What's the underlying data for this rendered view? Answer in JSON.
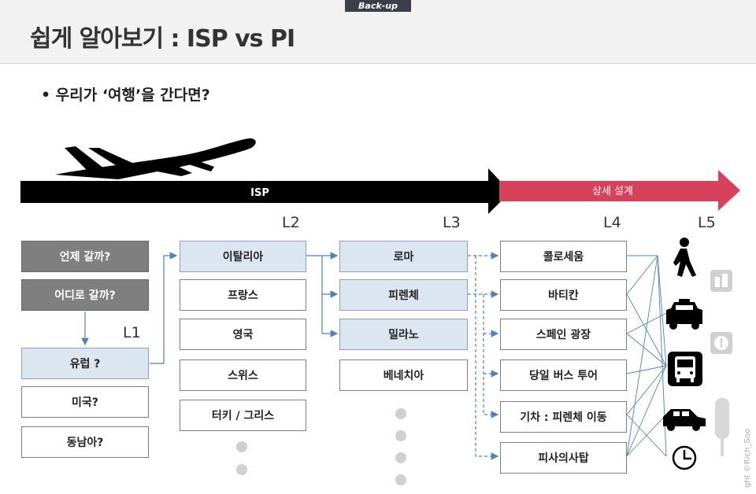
{
  "header": {
    "badge": "Back-up",
    "title": "쉽게 알아보기 : ISP vs PI"
  },
  "bullet": "• 우리가 ‘여행’을 간다면?",
  "arrows": {
    "isp_label": "ISP",
    "detail_label": "상세 설계",
    "isp_color": "#000000",
    "detail_color": "#d6415b"
  },
  "levels": {
    "l1": "L1",
    "l2": "L2",
    "l3": "L3",
    "l4": "L4",
    "l5": "L5"
  },
  "questions": {
    "when": "언제 갈까?",
    "where": "어디로 갈까?"
  },
  "l1_items": [
    "유럽 ?",
    "미국?",
    "동남아?"
  ],
  "l2_items": [
    "이탈리아",
    "프랑스",
    "영국",
    "스위스",
    "터키 / 그리스"
  ],
  "l3_items": [
    "로마",
    "피렌체",
    "밀라노",
    "베네치아"
  ],
  "l4_items": [
    "콜로세움",
    "바티칸",
    "스페인 광장",
    "당일 버스 투어",
    "기차 : 피렌체 이동",
    "피사의사탑"
  ],
  "l5_icons": [
    "walking-person-icon",
    "taxi-icon",
    "bus-icon",
    "car-icon",
    "clock-icon"
  ],
  "side_icons": [
    "drink-icon",
    "utensils-icon",
    "popsicle-icon"
  ],
  "watermark": "ght ©Rich_Soo",
  "colors": {
    "selected_fill": "#dce6f1",
    "question_fill": "#7f7f7f",
    "connector": "#4f81bd"
  }
}
